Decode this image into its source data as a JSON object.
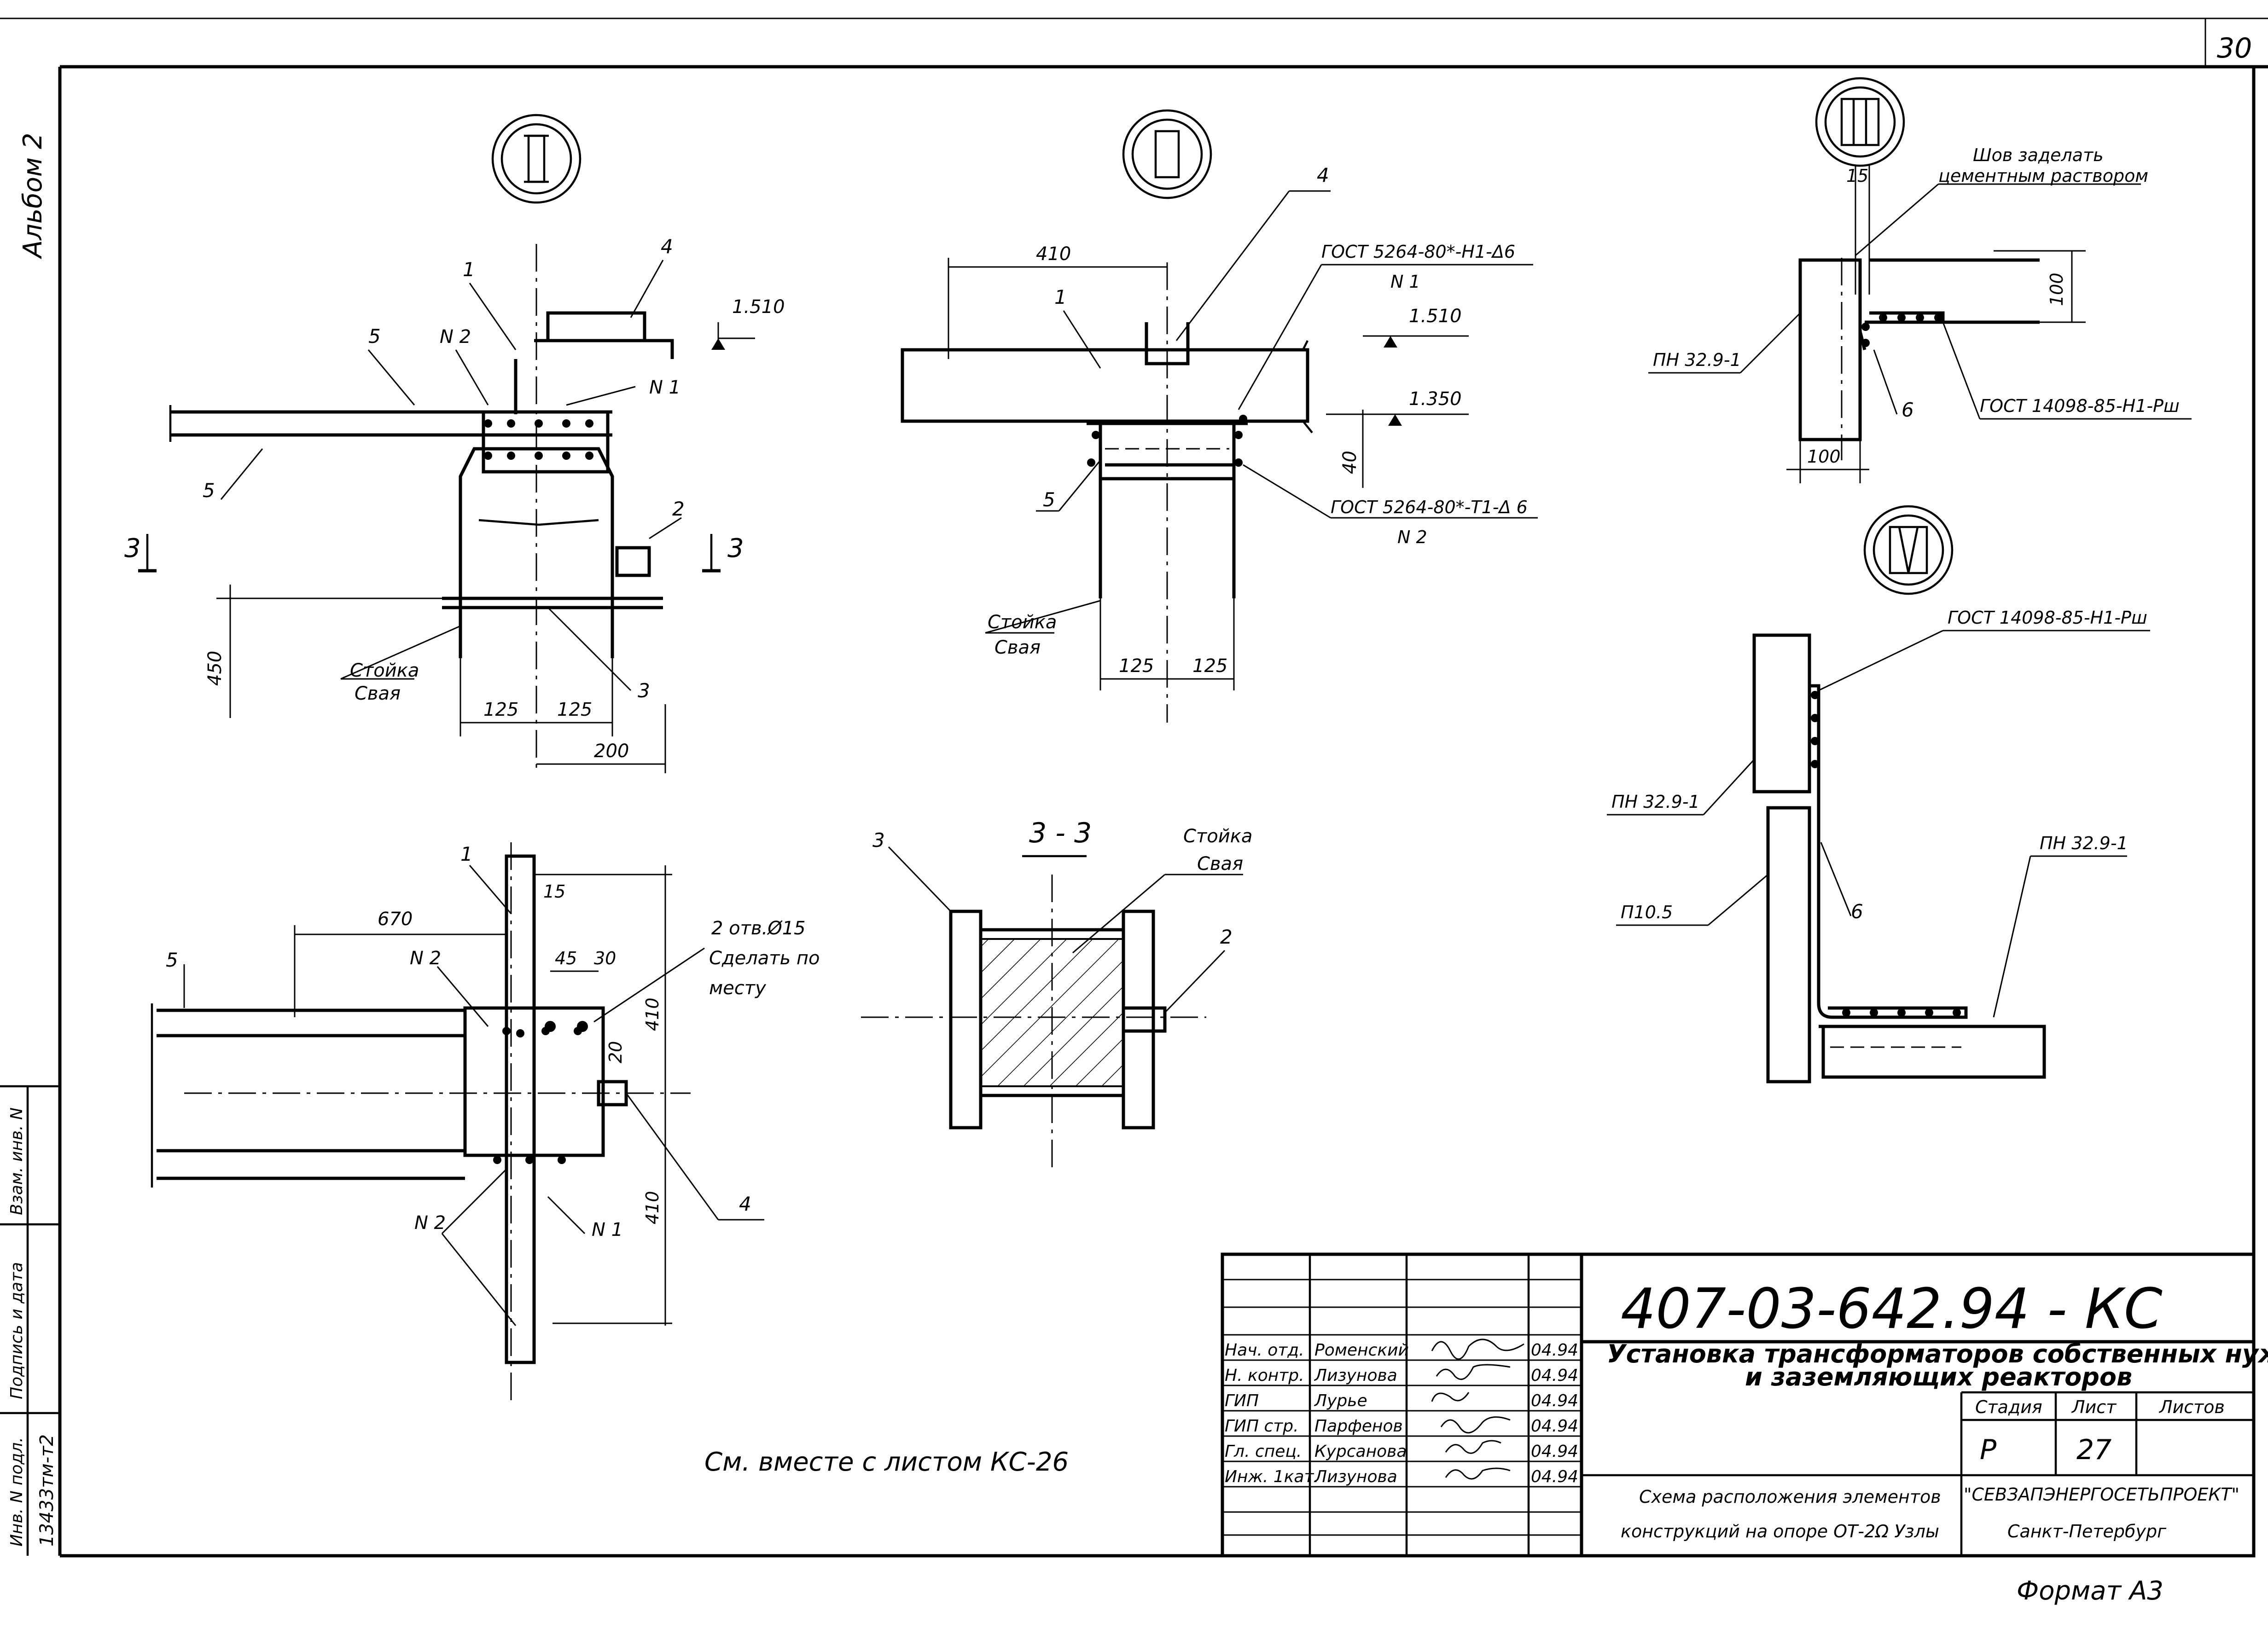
{
  "sheet": {
    "page_number": "30",
    "album": "Альбом 2",
    "format": "Формат А3",
    "note": "См. вместе с листом КС-26"
  },
  "views": {
    "I": {
      "label": "I",
      "dims": {
        "elev": "1.510",
        "d450": "450",
        "d125a": "125",
        "d125b": "125",
        "d200": "200"
      },
      "callouts": [
        "1",
        "4",
        "5",
        "N 2",
        "N 1",
        "5",
        "2",
        "3",
        "3",
        "3"
      ],
      "post": "Стойка",
      "pile": "Свая"
    },
    "II": {
      "label": "II",
      "dims": {
        "d410": "410",
        "elev1": "1.510",
        "elev2": "1.350",
        "d40": "40",
        "d125a": "125",
        "d125b": "125"
      },
      "callouts": [
        "4",
        "1",
        "5"
      ],
      "gost1": "ГОСТ 5264-80*-Н1-Δ6",
      "n1": "N 1",
      "gost2": "ГОСТ 5264-80*-Т1-Δ 6",
      "n2": "N 2",
      "post": "Стойка",
      "pile": "Свая"
    },
    "III": {
      "label": "III",
      "dims": {
        "d15": "15",
        "d100v": "100",
        "d100h": "100"
      },
      "seam1": "Шов заделать",
      "seam2": "цементным раствором",
      "pn": "ПН 32.9-1",
      "c6": "6",
      "gost": "ГОСТ 14098-85-Н1-Рш"
    },
    "IV": {
      "label": "IV",
      "gost": "ГОСТ 14098-85-Н1-Рш",
      "pn1": "ПН 32.9-1",
      "p105": "П10.5",
      "c6": "6",
      "pn2": "ПН 32.9-1"
    },
    "plan": {
      "dims": {
        "d670": "670",
        "d15": "15",
        "d45": "45",
        "d30": "30",
        "d20": "20",
        "d410a": "410",
        "d410b": "410"
      },
      "callouts": [
        "1",
        "5",
        "N 2",
        "N 2",
        "N 1",
        "4"
      ],
      "note1": "2 отв.Ø15",
      "note2": "Сделать по",
      "note3": "месту"
    },
    "section33": {
      "title": "3 - 3",
      "post": "Стойка",
      "pile": "Свая",
      "c3": "3",
      "c2": "2"
    }
  },
  "title_block": {
    "code": "407-03-642.94 - КС",
    "title_line1": "Установка трансформаторов собственных нужд",
    "title_line2": "и заземляющих реакторов",
    "stage_label": "Стадия",
    "sheet_label": "Лист",
    "sheets_label": "Листов",
    "stage": "Р",
    "sheet": "27",
    "desc_line1": "Схема расположения элементов",
    "desc_line2": "конструкций на опоре ОТ-2Ω Узлы",
    "org": "\"СЕВЗАПЭНЕРГОСЕТЬПРОЕКТ\"",
    "city": "Санкт-Петербург",
    "signatures": [
      {
        "role": "Нач. отд.",
        "name": "Роменский",
        "date": "04.94"
      },
      {
        "role": "Н. контр.",
        "name": "Лизунова",
        "date": "04.94"
      },
      {
        "role": "ГИП",
        "name": "Лурье",
        "date": "04.94"
      },
      {
        "role": "ГИП стр.",
        "name": "Парфенов",
        "date": "04.94"
      },
      {
        "role": "Гл. спец.",
        "name": "Курсанова",
        "date": "04.94"
      },
      {
        "role": "Инж. 1кат.",
        "name": "Лизунова",
        "date": "04.94"
      }
    ]
  },
  "side_stamp": {
    "vzam": "Взам. инв. N",
    "podpis": "Подпись и дата",
    "inv": "Инв. N подл.",
    "inv_value": "13433тм-т2"
  }
}
